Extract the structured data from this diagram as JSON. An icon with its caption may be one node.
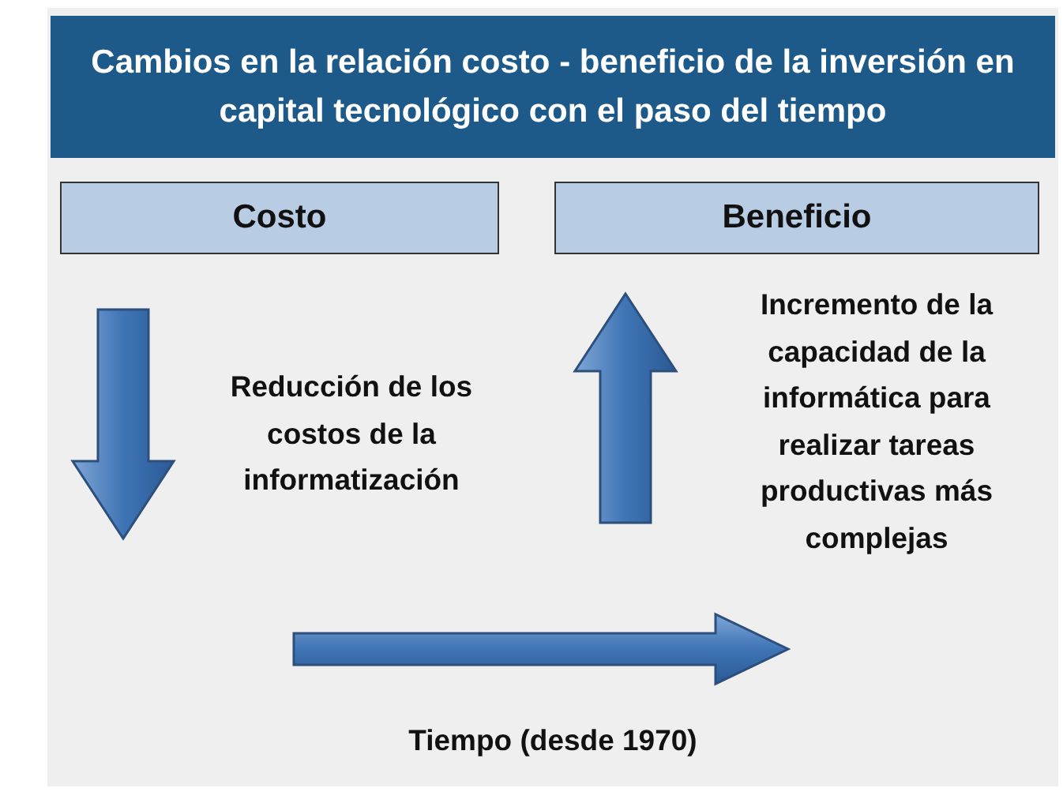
{
  "diagram": {
    "title": "Cambios en la relación costo - beneficio de la inversión en capital tecnológico con el paso del tiempo",
    "nodes": [
      {
        "text": [
          "Costo"
        ]
      },
      {
        "text": [
          "Beneficio"
        ]
      }
    ],
    "labels": [
      "Reducción de los costos de la informatización",
      "Incremento de la capacidad de la informática para realizar tareas productivas más complejas",
      "Tiempo (desde 1970)"
    ]
  }
}
